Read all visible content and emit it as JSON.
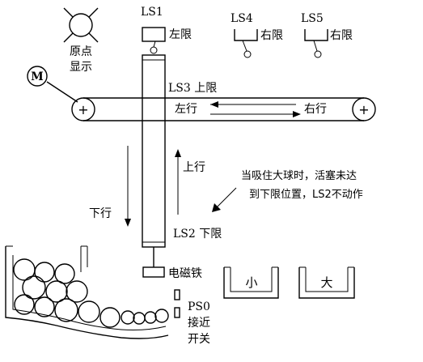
{
  "labels": {
    "origin_indicator_line1": "原点",
    "origin_indicator_line2": "显示",
    "motor": "M",
    "ls1": "LS1",
    "ls1_desc": "左限",
    "ls4": "LS4",
    "ls4_desc": "右限",
    "ls5": "LS5",
    "ls5_desc": "右限",
    "ls3": "LS3 上限",
    "move_left": "左行",
    "move_right": "右行",
    "move_up": "上行",
    "move_down": "下行",
    "ls2": "LS2 下限",
    "electromagnet": "电磁铁",
    "small_bin": "小",
    "large_bin": "大",
    "ps0_line1": "PS0",
    "ps0_line2": "接近",
    "ps0_line3": "开关",
    "pulley_plus_left": "+",
    "pulley_plus_right": "+"
  },
  "annotation": {
    "line1": "当吸住大球时，活塞未达",
    "line2": "到下限位置，LS2不动作"
  }
}
